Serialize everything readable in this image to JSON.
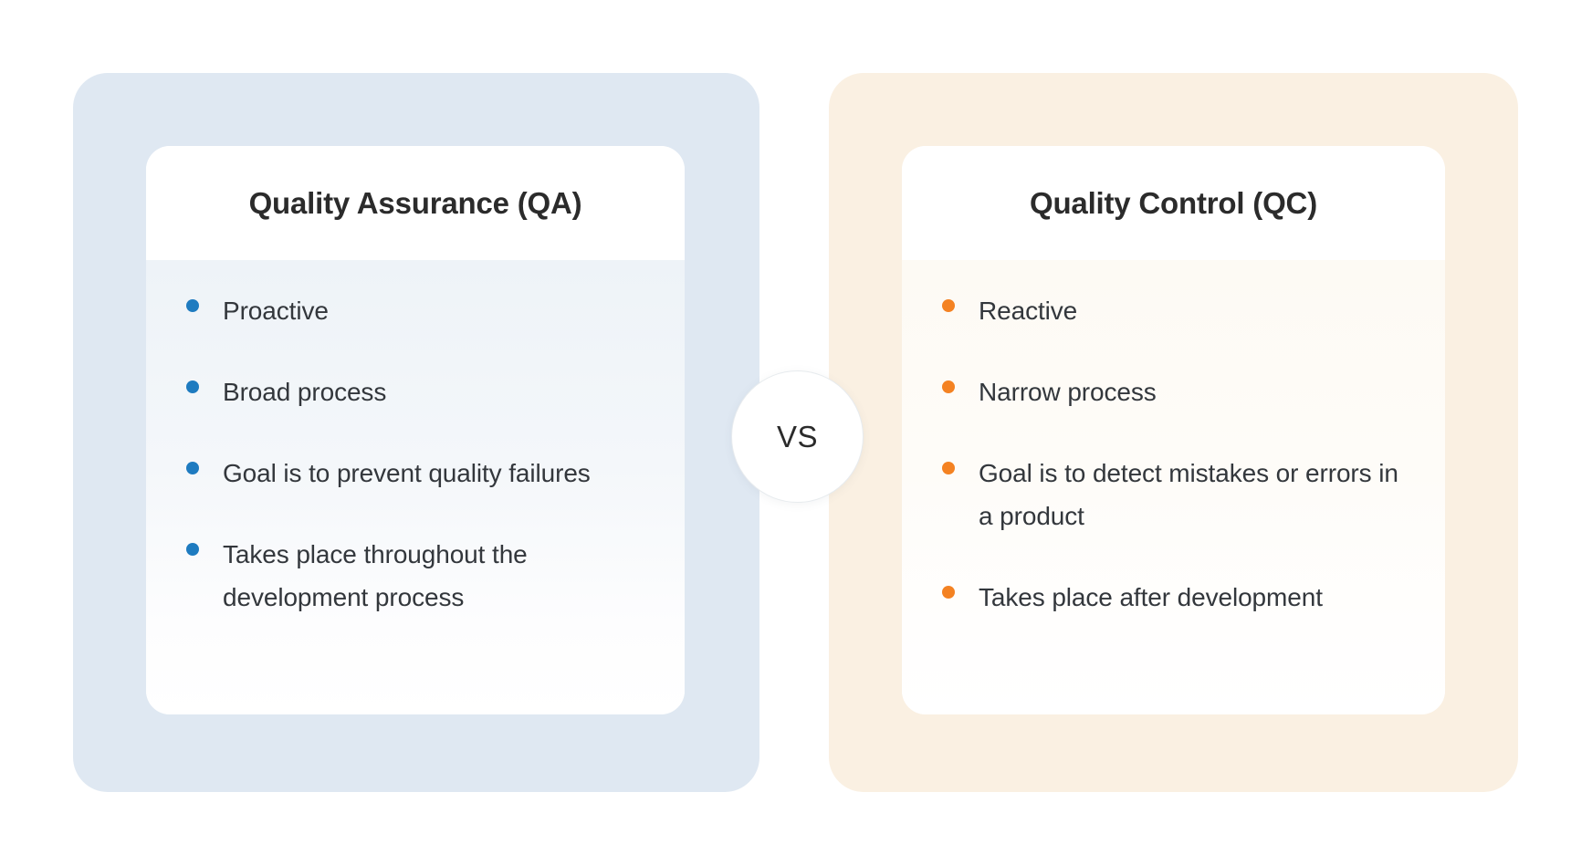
{
  "diagram": {
    "type": "comparison",
    "center_badge": {
      "label": "VS"
    },
    "columns": [
      {
        "id": "qa",
        "title": "Quality Assurance (QA)",
        "accent_color": "#1e7bc0",
        "panel_color": "#dfe8f2",
        "card_color": "#ffffff",
        "items": [
          "Proactive",
          "Broad process",
          "Goal is to prevent quality failures",
          "Takes place throughout the development process"
        ]
      },
      {
        "id": "qc",
        "title": "Quality Control (QC)",
        "accent_color": "#f48222",
        "panel_color": "#faf0e2",
        "card_color": "#ffffff",
        "items": [
          "Reactive",
          "Narrow process",
          "Goal is to detect mistakes or errors in a product",
          "Takes place after development"
        ]
      }
    ]
  }
}
